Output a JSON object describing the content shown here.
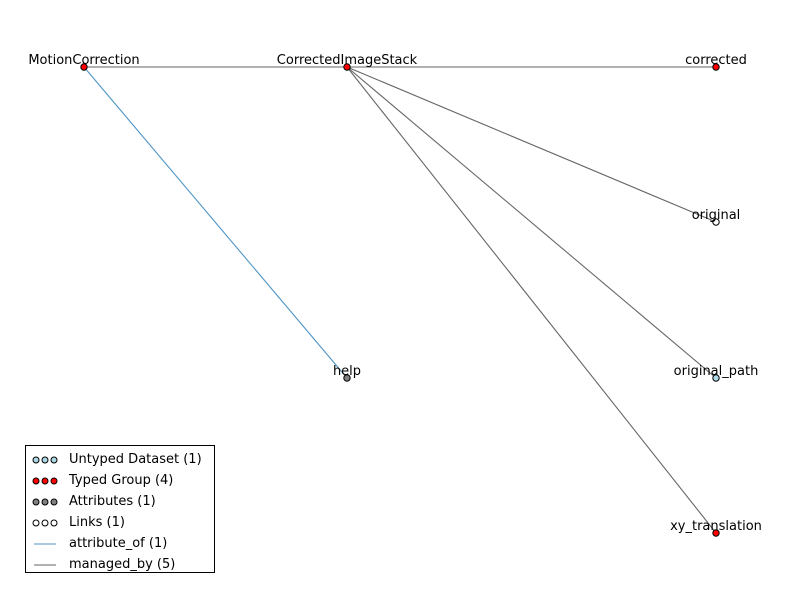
{
  "colors": {
    "untyped_dataset": "#add8e6",
    "typed_group": "#ff0000",
    "attributes": "#808080",
    "links": "#ffffff",
    "attribute_of": "#4f95c6",
    "managed_by": "#666666"
  },
  "nodes": [
    {
      "id": "motion",
      "label": "MotionCorrection",
      "type": "typed_group"
    },
    {
      "id": "cis",
      "label": "CorrectedImageStack",
      "type": "typed_group"
    },
    {
      "id": "corrected",
      "label": "corrected",
      "type": "typed_group"
    },
    {
      "id": "original",
      "label": "original",
      "type": "links"
    },
    {
      "id": "original_path",
      "label": "original_path",
      "type": "untyped_dataset"
    },
    {
      "id": "xy_translation",
      "label": "xy_translation",
      "type": "typed_group"
    },
    {
      "id": "help",
      "label": "help",
      "type": "attributes"
    }
  ],
  "edges": [
    {
      "from": "motion",
      "to": "cis",
      "type": "managed_by"
    },
    {
      "from": "cis",
      "to": "corrected",
      "type": "managed_by"
    },
    {
      "from": "cis",
      "to": "original",
      "type": "managed_by"
    },
    {
      "from": "cis",
      "to": "original_path",
      "type": "managed_by"
    },
    {
      "from": "cis",
      "to": "xy_translation",
      "type": "managed_by"
    },
    {
      "from": "motion",
      "to": "help",
      "type": "attribute_of"
    }
  ],
  "legend": {
    "items": [
      {
        "kind": "node",
        "type": "untyped_dataset",
        "label": "Untyped Dataset (1)"
      },
      {
        "kind": "node",
        "type": "typed_group",
        "label": "Typed Group (4)"
      },
      {
        "kind": "node",
        "type": "attributes",
        "label": "Attributes (1)"
      },
      {
        "kind": "node",
        "type": "links",
        "label": "Links (1)"
      },
      {
        "kind": "edge",
        "type": "attribute_of",
        "label": "attribute_of (1)"
      },
      {
        "kind": "edge",
        "type": "managed_by",
        "label": "managed_by (5)"
      }
    ]
  }
}
